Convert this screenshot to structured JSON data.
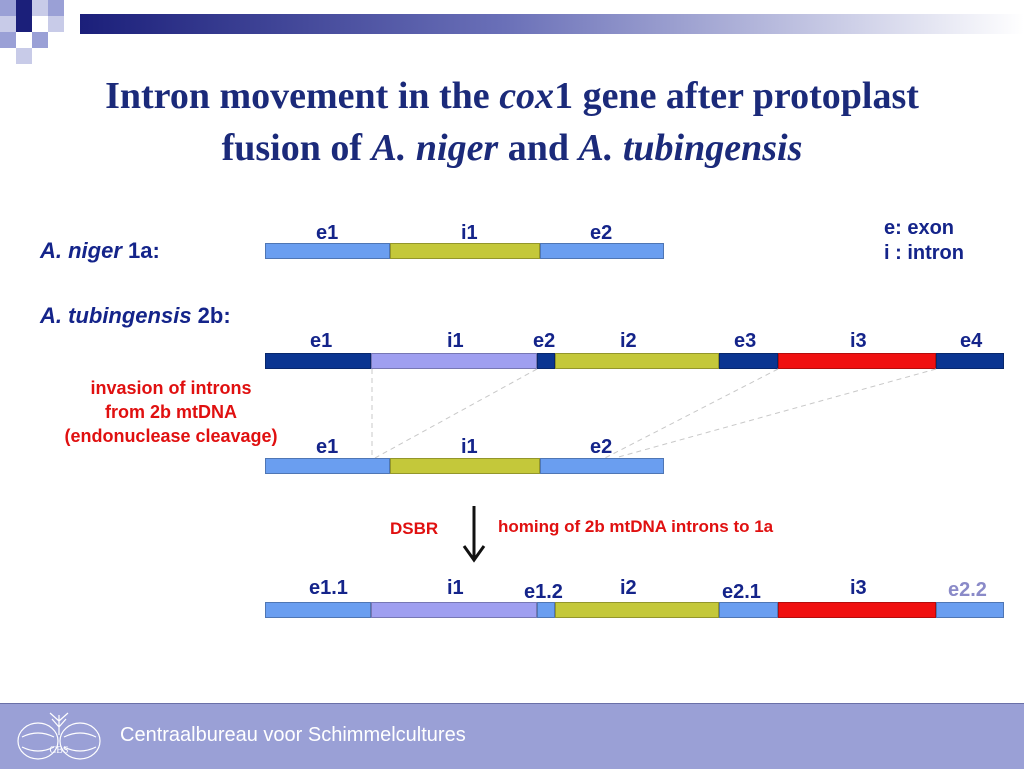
{
  "title": {
    "l1_a": "Intron movement in the ",
    "l1_cox": "cox",
    "l1_b": "1 gene after protoplast",
    "l2_a": "fusion of ",
    "l2_niger": "A. niger",
    "l2_and": " and ",
    "l2_tub": "A. tubingensis"
  },
  "legend": {
    "exon": "e: exon",
    "intron": "i : intron"
  },
  "niger": {
    "species": "A. niger",
    "code": " 1a:"
  },
  "tubingensis": {
    "species": "A. tubingensis",
    "code": " 2b:"
  },
  "row1_labels": [
    "e1",
    "i1",
    "e2"
  ],
  "row2_labels": [
    "e1",
    "i1",
    "e2",
    "i2",
    "e3",
    "i3",
    "e4"
  ],
  "row3_labels": [
    "e1",
    "i1",
    "e2"
  ],
  "row4_labels": [
    "e1.1",
    "i1",
    "e1.2",
    "i2",
    "e2.1",
    "i3",
    "e2.2"
  ],
  "invasion": {
    "l1": "invasion of introns",
    "l2": "from 2b mtDNA",
    "l3": "(endonuclease cleavage)"
  },
  "dsbr": "DSBR",
  "homing": "homing of 2b mtDNA introns to 1a",
  "footer": {
    "org": "Centraalbureau voor Schimmelcultures",
    "logo_text": "CBS"
  },
  "colors": {
    "exon_light": "#6a9ef0",
    "exon_dark": "#0b3591",
    "intron_olive": "#c4c83a",
    "intron_lavender": "#9f9ff0",
    "intron_red": "#f01010",
    "title_blue": "#1b2a7a",
    "accent_red": "#e01010",
    "footer_bg": "#9aa0d6"
  }
}
